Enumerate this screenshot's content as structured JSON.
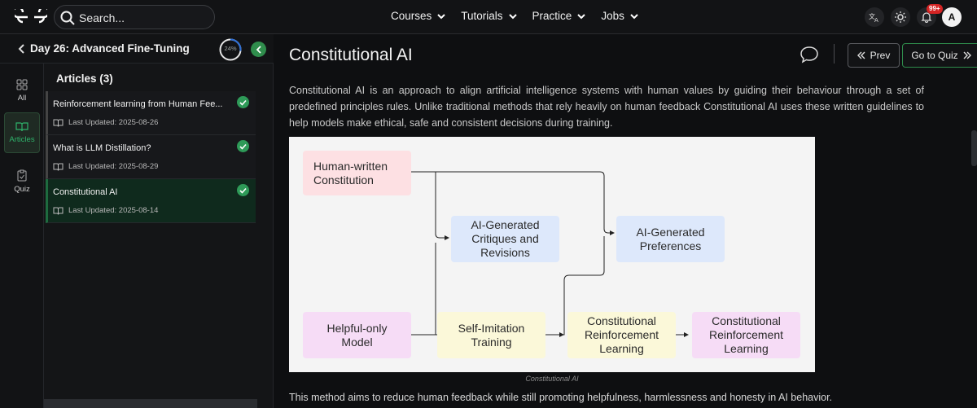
{
  "nav": {
    "search_placeholder": "Search...",
    "menu": [
      "Courses",
      "Tutorials",
      "Practice",
      "Jobs"
    ],
    "notification_badge": "99+",
    "avatar_initial": "A",
    "icons": [
      "translate-icon",
      "theme-icon",
      "bell-icon"
    ]
  },
  "sidebar": {
    "back_title": "Day 26: Advanced Fine-Tuning",
    "progress": "24%",
    "rail": [
      "All",
      "Articles",
      "Quiz"
    ],
    "articles_heading": "Articles (3)",
    "articles": [
      {
        "title": "Reinforcement learning from Human Fee...",
        "updated": "Last Updated: 2025-08-26",
        "done": true
      },
      {
        "title": "What is LLM Distillation?",
        "updated": "Last Updated: 2025-08-29",
        "done": true
      },
      {
        "title": "Constitutional AI",
        "updated": "Last Updated: 2025-08-14",
        "done": true
      }
    ]
  },
  "main": {
    "title": "Constitutional AI",
    "prev_label": "Prev",
    "quiz_label": "Go to Quiz",
    "intro": "Constitutional AI is an approach to align artificial intelligence systems with human values by guiding their behaviour through a set of predefined principles rules. Unlike traditional methods that rely heavily on human feedback Constitutional AI uses these written guidelines to help models make ethical, safe and consistent decisions during training.",
    "caption": "Constitutional AI",
    "outro": "This method aims to reduce human feedback while still promoting helpfulness, harmlessness and honesty in AI behavior."
  },
  "diagram": {
    "nodes": {
      "constitution": "Human-written Constitution",
      "critiques": "AI-Generated Critiques and Revisions",
      "preferences": "AI-Generated Preferences",
      "helpful": "Helpful-only Model",
      "imitation": "Self-Imitation Training",
      "rl1": "Constitutional Reinforcement Learning",
      "rl2": "Constitutional Reinforcement Learning"
    },
    "colors": {
      "pink": "#fde0e3",
      "blue": "#dde8fb",
      "purple": "#f6dcf6",
      "yellow": "#fbf8d9"
    }
  },
  "colors": {
    "accent": "#2f8d4c",
    "background": "#0e0f11"
  }
}
